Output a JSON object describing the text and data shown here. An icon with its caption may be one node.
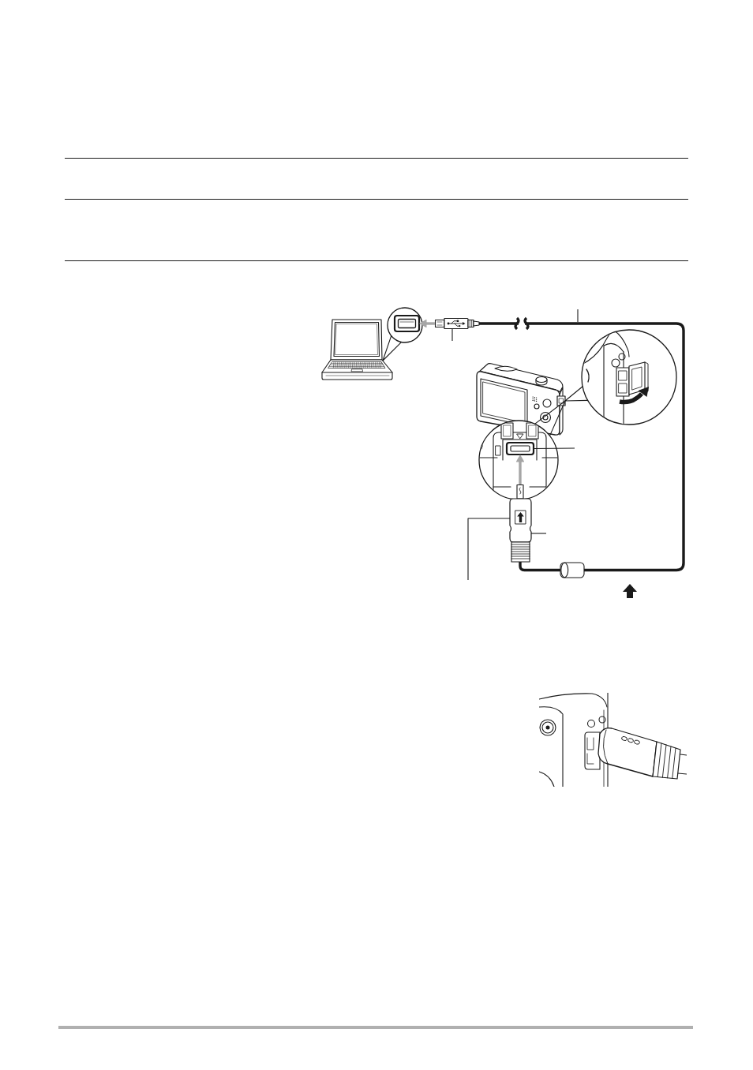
{
  "diagram": {
    "nodes": [
      {
        "text": [],
        "shape": "picture"
      },
      {
        "text": [],
        "shape": "circle"
      },
      {
        "text": [],
        "shape": "box",
        "in": 1
      },
      {
        "text": [],
        "shape": "picture"
      },
      {
        "text": [],
        "shape": "picture"
      },
      {
        "text": [],
        "shape": "circle"
      },
      {
        "text": [],
        "shape": "circle"
      },
      {
        "text": [],
        "shape": "box",
        "in": 6
      },
      {
        "text": [],
        "shape": "picture"
      },
      {
        "text": [],
        "shape": "cylinder"
      }
    ],
    "edges": [
      {
        "from": 1,
        "to": 0,
        "arrow": "none"
      },
      {
        "from": 3,
        "to": 2,
        "arrow": "to",
        "style": "thick",
        "color": "#a6a6a6"
      },
      {
        "from": 3,
        "to": 9,
        "arrow": "none",
        "style": "thick"
      },
      {
        "from": 9,
        "to": 8,
        "arrow": "none",
        "style": "thick"
      },
      {
        "from": 5,
        "to": 4,
        "arrow": "none"
      },
      {
        "from": 6,
        "to": 4,
        "arrow": "none"
      },
      {
        "from": 8,
        "to": 7,
        "arrow": "to",
        "style": "thick",
        "color": "#a6a6a6"
      },
      {
        "from": null,
        "to": 3,
        "arrow": "none"
      },
      {
        "from": null,
        "to": 7,
        "arrow": "none"
      },
      {
        "from": null,
        "to": 8,
        "arrow": "none"
      },
      {
        "from": null,
        "to": 8,
        "arrow": "none"
      }
    ]
  }
}
